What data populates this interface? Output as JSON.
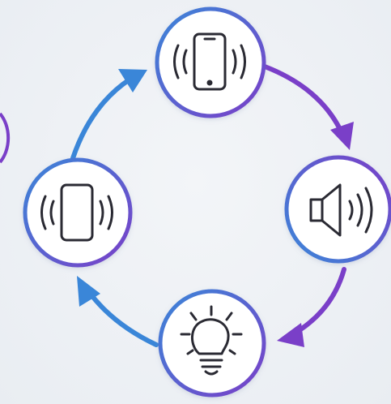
{
  "diagram": {
    "type": "cycle",
    "nodes": [
      {
        "id": "top",
        "icon": "vibrating-phone-icon",
        "description_hidden": ""
      },
      {
        "id": "right",
        "icon": "speaker-sound-icon"
      },
      {
        "id": "bottom",
        "icon": "lightbulb-icon"
      },
      {
        "id": "left",
        "icon": "vibrating-phone-icon"
      }
    ],
    "edges": [
      {
        "from": "top",
        "to": "right"
      },
      {
        "from": "right",
        "to": "bottom"
      },
      {
        "from": "bottom",
        "to": "left"
      },
      {
        "from": "left",
        "to": "top"
      }
    ],
    "colors": {
      "blue": "#3a86d8",
      "purple": "#7a3fc8",
      "icon_stroke": "#2a2a33",
      "node_fill": "#ffffff"
    }
  }
}
